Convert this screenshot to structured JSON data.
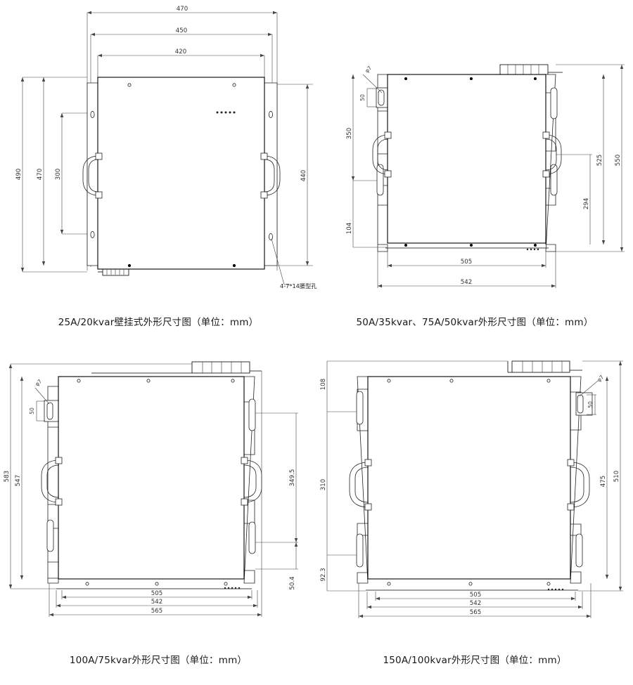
{
  "document": {
    "title": "外形尺寸图",
    "unit": "mm",
    "line_color": "#000000",
    "dim_color": "#333333"
  },
  "figures": [
    {
      "id": "fig-25a",
      "caption": "25A/20kvar壁挂式外形尺寸图（单位：mm）",
      "model": "25A/20kvar",
      "mounting": "壁挂式",
      "note": "4-7*14腰型孔",
      "dimensions": {
        "top": [
          "470",
          "450",
          "420"
        ],
        "left": [
          "490",
          "470",
          "300"
        ],
        "right": [
          "440"
        ]
      }
    },
    {
      "id": "fig-50a-75a",
      "caption": "50A/35kvar、75A/50kvar外形尺寸图（单位：mm）",
      "model": "50A/35kvar、75A/50kvar",
      "dimensions": {
        "left": [
          "350",
          "104"
        ],
        "right": [
          "294",
          "525",
          "550"
        ],
        "bottom": [
          "505",
          "542"
        ],
        "callouts": [
          "φ7",
          "50"
        ]
      }
    },
    {
      "id": "fig-100a",
      "caption": "100A/75kvar外形尺寸图（单位：mm）",
      "model": "100A/75kvar",
      "dimensions": {
        "left": [
          "583",
          "547"
        ],
        "right": [
          "349.5",
          "50.4"
        ],
        "bottom": [
          "505",
          "542",
          "565"
        ],
        "callouts": [
          "φ7",
          "50"
        ]
      }
    },
    {
      "id": "fig-150a",
      "caption": "150A/100kvar外形尺寸图（单位：mm）",
      "model": "150A/100kvar",
      "dimensions": {
        "left": [
          "108",
          "310",
          "92.3"
        ],
        "right": [
          "475",
          "510"
        ],
        "bottom": [
          "505",
          "542",
          "565"
        ],
        "callouts": [
          "φ7",
          "50"
        ]
      }
    }
  ],
  "labels": {
    "f1_470": "470",
    "f1_450": "450",
    "f1_420": "420",
    "f1_490": "490",
    "f1_470L": "470",
    "f1_300": "300",
    "f1_440": "440",
    "f1_note": "4-7*14腰型孔",
    "f2_phi7": "φ7",
    "f2_50": "50",
    "f2_350": "350",
    "f2_104": "104",
    "f2_294": "294",
    "f2_525": "525",
    "f2_550": "550",
    "f2_505": "505",
    "f2_542": "542",
    "f3_phi7": "φ7",
    "f3_50": "50",
    "f3_583": "583",
    "f3_547": "547",
    "f3_3495": "349.5",
    "f3_504": "50.4",
    "f3_505": "505",
    "f3_542": "542",
    "f3_565": "565",
    "f4_phi7": "φ7",
    "f4_50": "50",
    "f4_108": "108",
    "f4_310": "310",
    "f4_923": "92.3",
    "f4_475": "475",
    "f4_510": "510",
    "f4_505": "505",
    "f4_542": "542",
    "f4_565": "565"
  }
}
